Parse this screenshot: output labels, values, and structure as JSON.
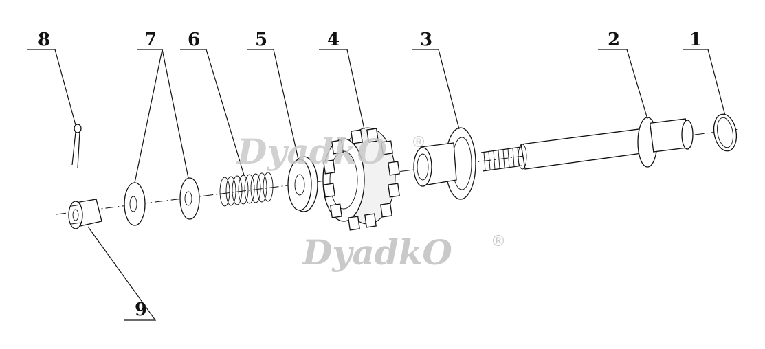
{
  "labels": {
    "l1": "1",
    "l2": "2",
    "l3": "3",
    "l4": "4",
    "l5": "5",
    "l6": "6",
    "l7": "7",
    "l8": "8",
    "l9": "9"
  },
  "watermark": {
    "brand_upper": "DyadkO",
    "brand_lower": "DyadkO",
    "reg_mark": "®"
  }
}
